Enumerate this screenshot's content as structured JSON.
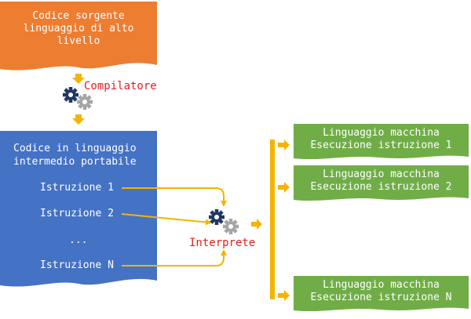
{
  "source": {
    "line1": "Codice sorgente",
    "line2": "linguaggio di alto",
    "line3": "livello"
  },
  "compiler": {
    "label": "Compilatore"
  },
  "intermediate": {
    "line1": "Codice in linguaggio",
    "line2": "intermedio portabile",
    "instructions": [
      "Istruzione 1",
      "Istruzione 2",
      "...",
      "Istruzione N"
    ]
  },
  "interpreter": {
    "label": "Interprete"
  },
  "outputs": [
    {
      "line1": "Linguaggio macchina",
      "line2": "Esecuzione istruzione 1"
    },
    {
      "line1": "Linguaggio macchina",
      "line2": "Esecuzione istruzione 2"
    },
    {
      "line1": "Linguaggio macchina",
      "line2": "Esecuzione istruzione N"
    }
  ],
  "colors": {
    "orange": "#ed7d31",
    "blue": "#4472c4",
    "green": "#70ad47",
    "gold": "#f4b400",
    "red": "#e31e1e",
    "gear_dark": "#1f3864",
    "gear_light": "#a5a5a5"
  },
  "icons": [
    "gear-icon-dark",
    "gear-icon-light"
  ]
}
